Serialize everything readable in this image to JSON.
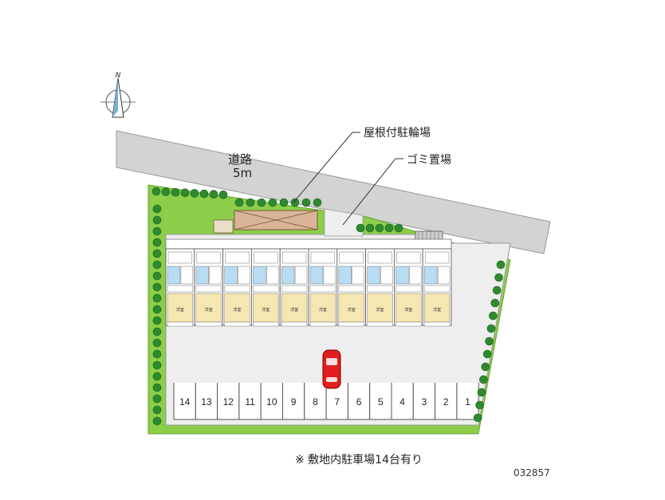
{
  "road": {
    "name": "道路",
    "width": "5m"
  },
  "compass": {
    "north_label": "N"
  },
  "callouts": {
    "bike_parking": "屋根付駐輪場",
    "garbage": "ゴミ置場"
  },
  "parking": {
    "spaces": [
      "14",
      "13",
      "12",
      "11",
      "10",
      "9",
      "8",
      "7",
      "6",
      "5",
      "4",
      "3",
      "2",
      "1"
    ]
  },
  "unit_room_label": "洋室",
  "units_upper_row": 10,
  "units_lower_row": 10,
  "note": "※ 敷地内駐車場14台有り",
  "property_id": "032857",
  "colors": {
    "greenery": "#8ccd4a",
    "road": "#d3d3d3",
    "lot": "#eeeeee",
    "bathroom": "#b8dcf4",
    "room": "#f6e6b2",
    "bike_roof": "#d9b496",
    "car": "#e11d1d"
  }
}
